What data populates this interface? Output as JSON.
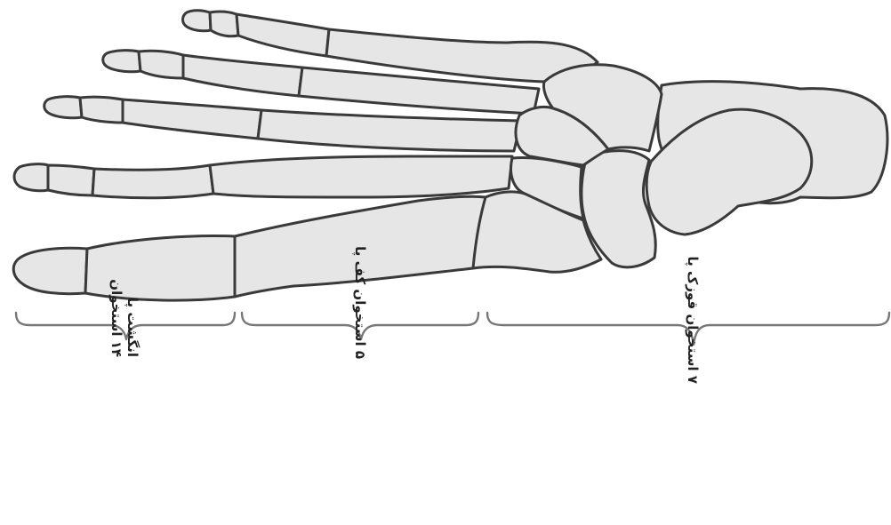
{
  "diagram": {
    "colors": {
      "bone_fill": "#e6e6e6",
      "bone_stroke": "#3a3a3a",
      "brace": "#777777",
      "text": "#222222"
    },
    "groups": [
      {
        "id": "phalanges",
        "line1": "۱۴ استخوان",
        "line2": "انگشت پا"
      },
      {
        "id": "metatarsals",
        "line1": "۵ استخوان  کف پا",
        "line2": ""
      },
      {
        "id": "tarsals",
        "line1": "۷ استخوان قوزک پا",
        "line2": ""
      }
    ]
  }
}
